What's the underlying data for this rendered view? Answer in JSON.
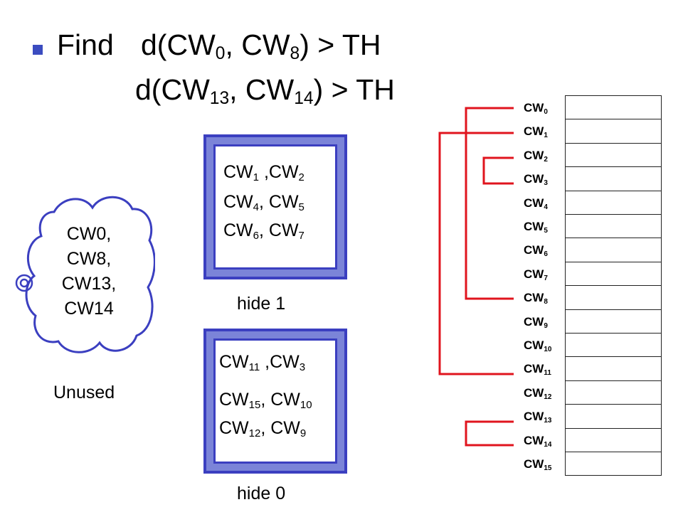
{
  "heading": {
    "find_label": "Find",
    "line1_expr": {
      "pre": "d(CW",
      "s1": "0",
      "mid": ", CW",
      "s2": "8",
      "post": ") > TH"
    },
    "line2_expr": {
      "pre": "d(CW",
      "s1": "13",
      "mid": ", CW",
      "s2": "14",
      "post": ") > TH"
    }
  },
  "hide1": {
    "label": "hide 1",
    "rows": [
      {
        "a": "CW",
        "as": "1",
        "sep": " ,CW",
        "bs": "2"
      },
      {
        "a": "CW",
        "as": "4",
        "sep": ", CW",
        "bs": "5"
      },
      {
        "a": "CW",
        "as": "6",
        "sep": ", CW",
        "bs": "7"
      }
    ]
  },
  "hide0": {
    "label": "hide 0",
    "rows": [
      {
        "a": "CW",
        "as": "11",
        "sep": " ,CW",
        "bs": "3"
      },
      {
        "a": "CW",
        "as": "15",
        "sep": ", CW",
        "bs": "10"
      },
      {
        "a": "CW",
        "as": "12",
        "sep": ", CW",
        "bs": "9"
      }
    ]
  },
  "cloud": {
    "items": [
      "CW0,",
      "CW8,",
      "CW13,",
      "CW14"
    ],
    "caption": "Unused"
  },
  "codewords": {
    "prefix": "CW",
    "indices": [
      "0",
      "1",
      "2",
      "3",
      "4",
      "5",
      "6",
      "7",
      "8",
      "9",
      "10",
      "11",
      "12",
      "13",
      "14",
      "15"
    ]
  },
  "colors": {
    "tree_lines": "#e0141e",
    "box_border": "#3b3fc0",
    "box_fill": "#7b84d8",
    "bullet": "#3b4cc0"
  }
}
